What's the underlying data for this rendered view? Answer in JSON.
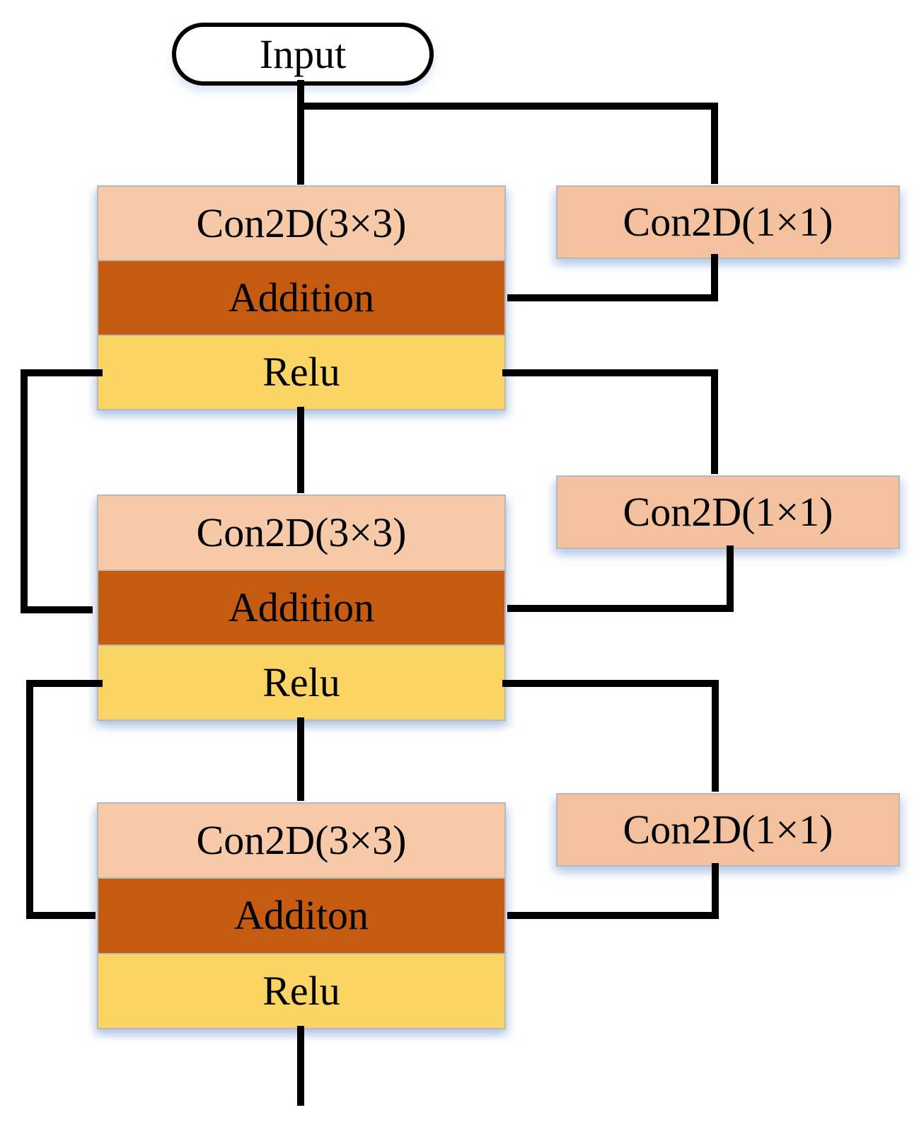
{
  "palette": {
    "background": "#FFFFFF",
    "conv3x3_fill": "#F6CAA9",
    "conv1x1_fill": "#F4C19E",
    "addition_fill": "#C55A11",
    "relu_fill": "#FBD564",
    "band_border": "#B9B9B9",
    "node_fill": "#FFFFFF",
    "node_border": "#000000",
    "arrow_color": "#000000"
  },
  "input_node": {
    "label": "Input"
  },
  "residual_blocks": [
    {
      "conv_label": "Con2D(3×3)",
      "add_label": "Addition",
      "relu_label": "Relu"
    },
    {
      "conv_label": "Con2D(3×3)",
      "add_label": "Addition",
      "relu_label": "Relu"
    },
    {
      "conv_label": "Con2D(3×3)",
      "add_label": "Additon",
      "relu_label": "Relu"
    }
  ],
  "shortcut_blocks": [
    {
      "label": "Con2D(1×1)"
    },
    {
      "label": "Con2D(1×1)"
    },
    {
      "label": "Con2D(1×1)"
    }
  ]
}
